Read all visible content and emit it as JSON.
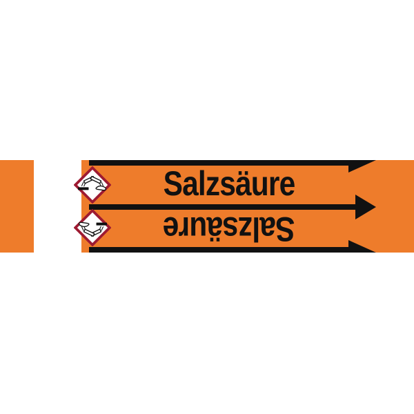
{
  "pipe_marker": {
    "substance_top": "Salzsäure",
    "substance_bottom": "Salzsäure",
    "flow_direction": "right",
    "arrow_count": 3,
    "colors": {
      "band_orange": "#EE7C2B",
      "arrow_black": "#111111",
      "text_black": "#111111",
      "strip_white": "#FFFFFF",
      "pictogram_border_red": "#9E1B32"
    },
    "pictograms": [
      {
        "icon": "ghs05-corrosive-icon",
        "orientation": "upright"
      },
      {
        "icon": "ghs05-corrosive-icon",
        "orientation": "rotated-180"
      }
    ]
  }
}
